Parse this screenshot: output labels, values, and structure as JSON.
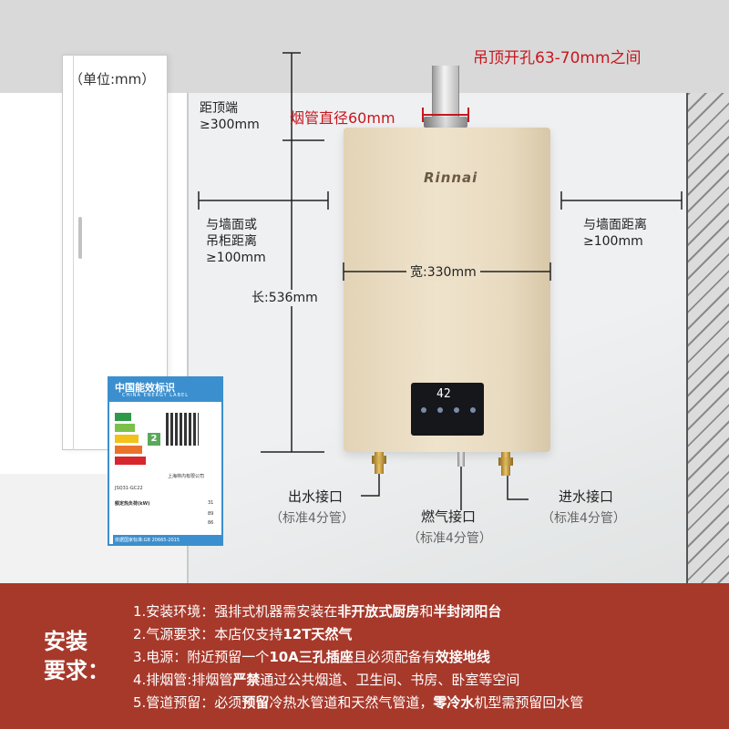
{
  "unit_label": "（单位:mm）",
  "ceiling_hole": "吊顶开孔63-70mm之间",
  "flue_diameter": "烟管直径60mm",
  "top_clearance": [
    "距顶端",
    "≥300mm"
  ],
  "left_clearance": [
    "与墙面或",
    "吊柜距离",
    "≥100mm"
  ],
  "right_clearance": [
    "与墙面距离",
    "≥100mm"
  ],
  "height": "长:536mm",
  "width": "宽:330mm",
  "brand": "Rinnai",
  "display_temp": "42",
  "ports": {
    "outlet": {
      "name": "出水接口",
      "spec": "（标准4分管）"
    },
    "gas": {
      "name": "燃气接口",
      "spec": "（标准4分管）"
    },
    "inlet": {
      "name": "进水接口",
      "spec": "（标准4分管）"
    }
  },
  "energy_label": {
    "title": "中国能效标识",
    "subtitle": "CHINA ENERGY LABEL",
    "grade": "2",
    "manufacturer": "上海林内有限公司",
    "model": "JSQ31-GC22",
    "rated_load_label": "额定热负荷(kW)",
    "rated_load": "31",
    "row1_value": "89",
    "row2_value": "86",
    "standard": "依据国家标准:GB 20665-2015"
  },
  "footer": {
    "title_line1": "安装",
    "title_line2": "要求：",
    "req1_prefix": "1.安装环境：强排式机器需安装在",
    "req1_b1": "非开放式厨房",
    "req1_mid": "和",
    "req1_b2": "半封闭阳台",
    "req2_prefix": "2.气源要求：本店仅支持",
    "req2_b1": "12T天然气",
    "req3_prefix": "3.电源：附近预留一个",
    "req3_b1": "10A三孔插座",
    "req3_mid": "且必须配备有",
    "req3_b2": "效接地线",
    "req4_prefix": "4.排烟管:排烟管",
    "req4_b1": "严禁",
    "req4_suffix": "通过公共烟道、卫生间、书房、卧室等空间",
    "req5_prefix": "5.管道预留：必须",
    "req5_b1": "预留",
    "req5_mid": "冷热水管道和天然气管道，",
    "req5_b2": "零冷水",
    "req5_suffix": "机型需预留回水管"
  },
  "colors": {
    "accent_red": "#c8161e",
    "footer_bg": "#a7392b",
    "label_blue": "#3b8fce"
  }
}
